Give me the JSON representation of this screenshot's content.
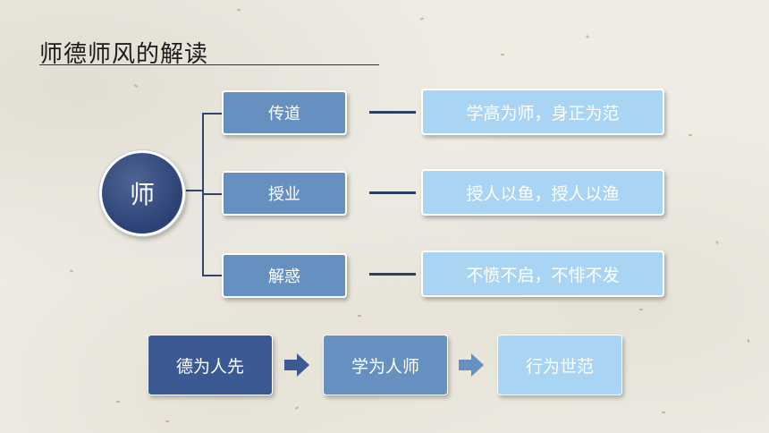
{
  "slide": {
    "title": "师德师风的解读",
    "center_label": "师",
    "branches": [
      {
        "label": "传道",
        "description": "学高为师，身正为范"
      },
      {
        "label": "授业",
        "description": "授人以鱼，授人以渔"
      },
      {
        "label": "解惑",
        "description": "不愤不启，不悱不发"
      }
    ],
    "sequence": [
      {
        "label": "德为人先",
        "color": "#3b5a93"
      },
      {
        "label": "学为人师",
        "color": "#6690c0"
      },
      {
        "label": "行为世范",
        "color": "#a9d4f3"
      }
    ]
  },
  "colors": {
    "dark_blue": "#2c4275",
    "mid_blue": "#6690c0",
    "light_blue": "#a9d4f3",
    "background": "#efece4"
  },
  "icons": {
    "arrow": "arrow-right-icon"
  }
}
